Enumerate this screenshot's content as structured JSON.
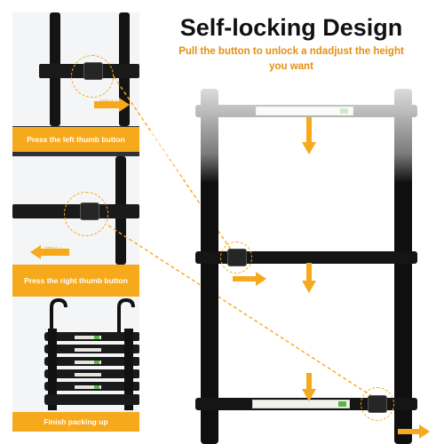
{
  "heading": {
    "title": "Self-locking Design",
    "subtitle": "Pull the button to unlock a ndadjust the height you want"
  },
  "steps": [
    {
      "caption": "Press the left thumb button",
      "pull_label": "1PULL"
    },
    {
      "caption": "Press the right thumb button",
      "pull_label": "2PULL"
    },
    {
      "caption": "Finish packing up"
    }
  ],
  "colors": {
    "accent": "#f7a91c",
    "panel_dark": "#2f3237",
    "ladder": "#141414"
  }
}
